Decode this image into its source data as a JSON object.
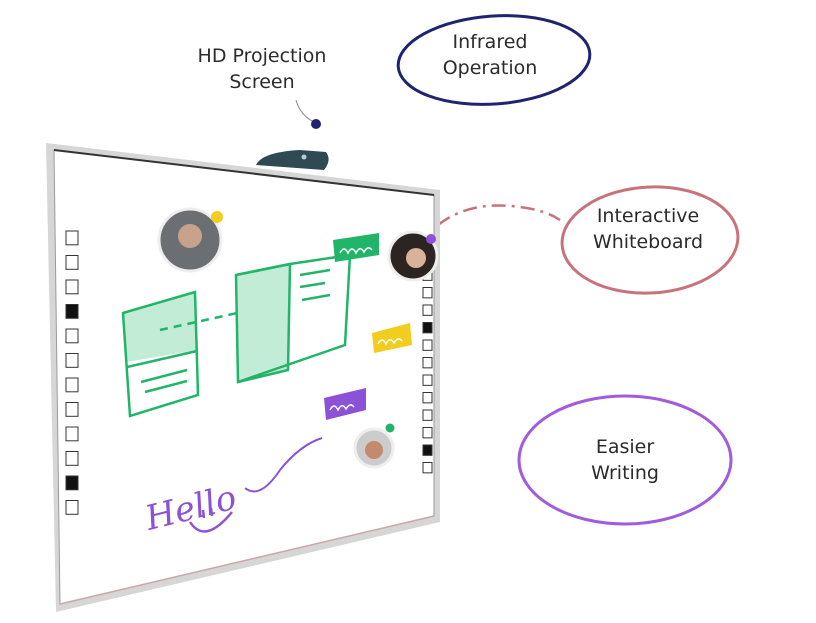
{
  "callouts": {
    "hd_projection": {
      "line1": "HD Projection",
      "line2": "Screen"
    },
    "infrared": {
      "line1": "Infrared",
      "line2": "Operation",
      "color": "#1f2470"
    },
    "interactive": {
      "line1": "Interactive",
      "line2": "Whiteboard",
      "color": "#c8737b"
    },
    "easier": {
      "line1": "Easier",
      "line2": "Writing",
      "color": "#a25bdc"
    }
  },
  "board": {
    "handwriting": "Hello",
    "colors": {
      "green": "#22b56a",
      "green_fill": "#c2ecd5",
      "yellow": "#f3cc20",
      "purple": "#8b52d8",
      "projector": "#2f4a52"
    },
    "toolbar_icons": [
      "import-icon",
      "export-icon",
      "blank-page-icon",
      "black-page-icon",
      "screen-page-icon",
      "pen-thin-icon",
      "pen-medium-icon",
      "pen-thick-icon",
      "save-icon",
      "undo-icon",
      "eraser-icon",
      "display-icon"
    ]
  }
}
